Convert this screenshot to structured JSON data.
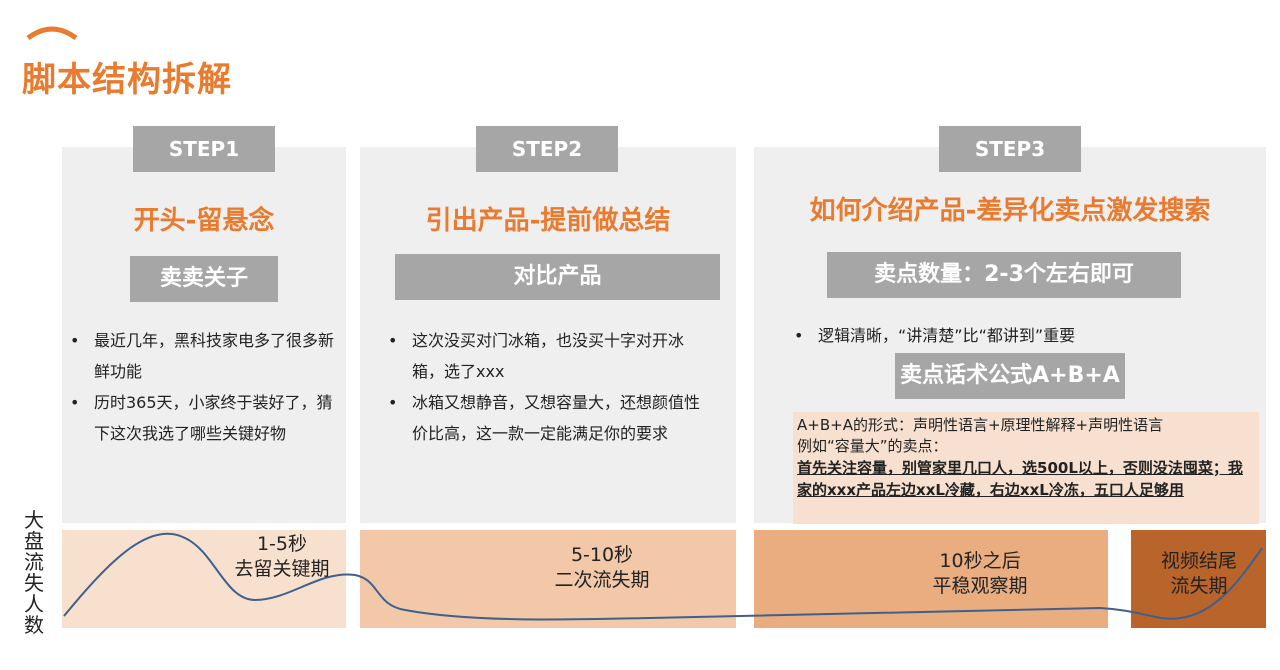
{
  "page_title": "脚本结构拆解",
  "colors": {
    "accent": "#E97A2E",
    "tab_gray": "#A6A6A6",
    "panel_bg": "#EFEFEF",
    "curve": "#3F5F8F"
  },
  "steps": [
    {
      "tab": "STEP1",
      "headline": "开头-留悬念",
      "subtab": "卖卖关子",
      "bullets": [
        "最近几年，黑科技家电多了很多新鲜功能",
        "历时365天，小家终于装好了，猜下这次我选了哪些关键好物"
      ]
    },
    {
      "tab": "STEP2",
      "headline": "引出产品-提前做总结",
      "subtab": "对比产品",
      "bullets": [
        "这次没买对门冰箱，也没买十字对开冰箱，选了xxx",
        "冰箱又想静音，又想容量大，还想颜值性价比高，这一款一定能满足你的要求"
      ]
    },
    {
      "tab": "STEP3",
      "headline": "如何介绍产品-差异化卖点激发搜索",
      "subtab": "卖点数量：2-3个左右即可",
      "bullets": [
        "逻辑清晰，“讲清楚”比“都讲到”重要"
      ],
      "subtab2": "卖点话术公式A+B+A",
      "formula_line1": "A+B+A的形式：声明性语言+原理性解释+声明性语言",
      "formula_line2": "例如“容量大”的卖点：",
      "formula_emph": "首先关注容量，别管家里几口人，选500L以上，否则没法囤菜；我家的xxx产品左边xxL冷藏，右边xxL冷冻，五口人足够用"
    }
  ],
  "chart": {
    "ylabel": "大盘流失人数",
    "phases": [
      {
        "line1": "1-5秒",
        "line2": "去留关键期",
        "color": "#F8E0CF"
      },
      {
        "line1": "5-10秒",
        "line2": "二次流失期",
        "color": "#F2C8A8"
      },
      {
        "line1": "10秒之后",
        "line2": "平稳观察期",
        "color": "#E9AD80"
      },
      {
        "line1": "视频结尾",
        "line2": "流失期",
        "color": "#B8642A"
      }
    ]
  }
}
